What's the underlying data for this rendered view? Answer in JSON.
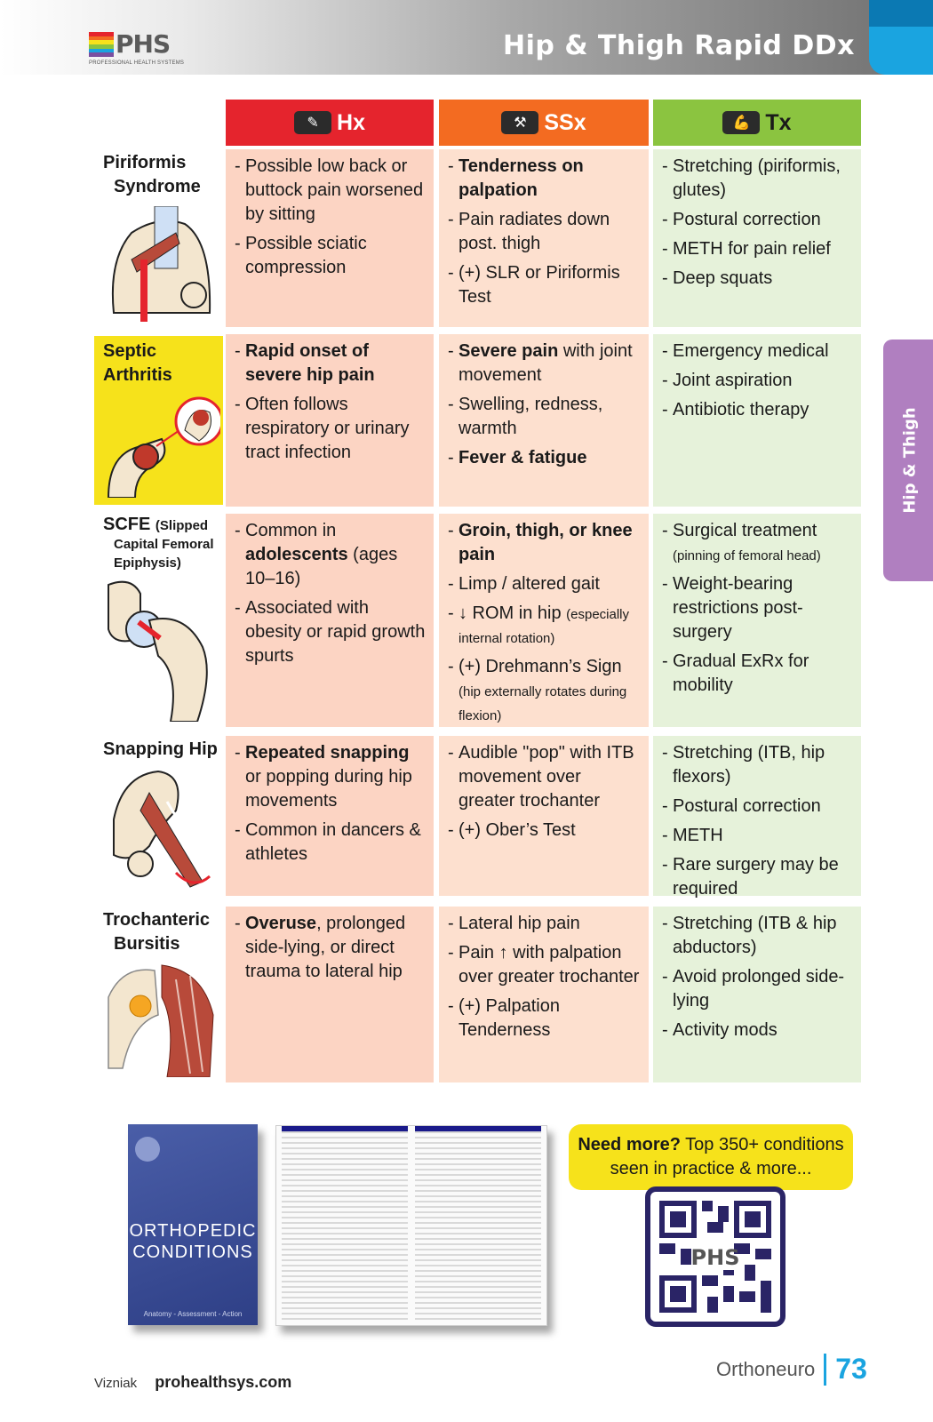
{
  "header": {
    "logo_text": "PHS",
    "logo_sub": "PROFESSIONAL HEALTH SYSTEMS",
    "title": "Hip & Thigh Rapid DDx"
  },
  "side_tab": "Hip & Thigh",
  "columns": {
    "hx": "Hx",
    "ssx": "SSx",
    "tx": "Tx"
  },
  "rows": {
    "piriformis": {
      "name1": "Piriformis",
      "name2": "Syndrome",
      "hx": [
        "Possible low back or buttock pain worsened by sitting",
        "Possible sciatic compression"
      ],
      "ssx": [
        "Tenderness on palpation",
        "Pain radiates down post. thigh",
        "(+) SLR or Piriformis Test"
      ],
      "tx": [
        "Stretching (piriformis, glutes)",
        "Postural correction",
        "METH for pain relief",
        "Deep squats"
      ]
    },
    "septic": {
      "name1": "Septic Arthritis",
      "hx": [
        "Rapid onset of severe hip pain",
        "Often follows respiratory or urinary tract infection"
      ],
      "ssx_1a": "Severe pain",
      "ssx_1b": " with joint movement",
      "ssx_2": "Swelling, redness, warmth",
      "ssx_3": "Fever & fatigue",
      "tx": [
        "Emergency medical",
        "Joint aspiration",
        "Antibiotic therapy"
      ]
    },
    "scfe": {
      "name1": "SCFE",
      "name1_sub": "(Slipped",
      "name2": "Capital Femoral",
      "name3": "Epiphysis)",
      "hx_1a": "Common in ",
      "hx_1b": "adolescents",
      "hx_1c": " (ages 10–16)",
      "hx_2": "Associated with obesity or rapid growth spurts",
      "ssx_1": "Groin, thigh, or knee pain",
      "ssx_2": "Limp / altered gait",
      "ssx_3a": "↓ ROM in hip ",
      "ssx_3b": "(especially internal rotation)",
      "ssx_4a": "(+) Drehmann’s Sign ",
      "ssx_4b": "(hip externally rotates during flexion)",
      "tx_1a": "Surgical treatment ",
      "tx_1b": "(pinning of femoral head)",
      "tx_2": "Weight-bearing restrictions post-surgery",
      "tx_3": "Gradual ExRx for mobility"
    },
    "snapping": {
      "name1": "Snapping Hip",
      "hx_1a": "Repeated snapping",
      "hx_1b": " or popping during hip movements",
      "hx_2": "Common in dancers & athletes",
      "ssx": [
        "Audible \"pop\" with ITB movement over greater trochanter",
        "(+) Ober’s Test"
      ],
      "tx": [
        "Stretching (ITB, hip flexors)",
        "Postural correction",
        "METH",
        "Rare surgery may be required"
      ]
    },
    "trochanteric": {
      "name1": "Trochanteric",
      "name2": "Bursitis",
      "hx_1a": "Overuse",
      "hx_1b": ", prolonged side-lying, or direct trauma to lateral hip",
      "ssx": [
        "Lateral hip pain",
        "Pain ↑ with palpation over greater trochanter",
        "(+) Palpation Tenderness"
      ],
      "tx": [
        "Stretching (ITB & hip abductors)",
        "Avoid prolonged side-lying",
        "Activity mods"
      ]
    }
  },
  "promo": {
    "book_title_1": "ORTHOPEDIC",
    "book_title_2": "CONDITIONS",
    "book_foot": "Anatomy - Assessment - Action",
    "callout_1a": "Need more?",
    "callout_1b": " Top 350+ conditions",
    "callout_2": "seen in practice & more..."
  },
  "footer": {
    "author": "Vizniak",
    "site": "prohealthsys.com",
    "section": "Orthoneuro",
    "page": "73"
  },
  "colors": {
    "hx": "#e5242d",
    "ssx": "#f36b21",
    "tx": "#8bc440",
    "accent": "#1aa4e0",
    "side_tab": "#b07fc0",
    "callout": "#f6e21b"
  }
}
